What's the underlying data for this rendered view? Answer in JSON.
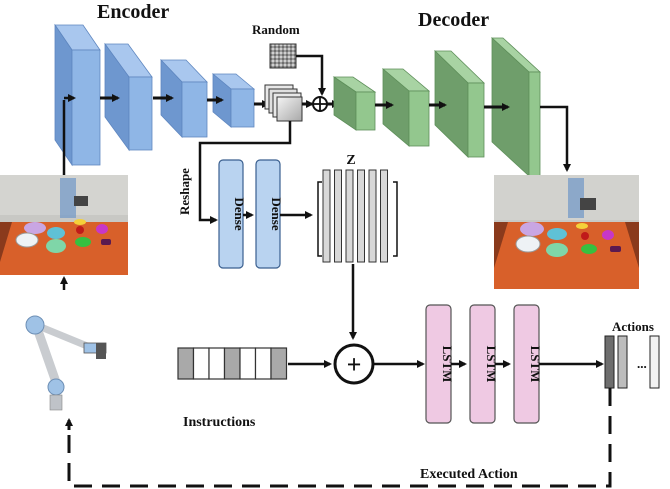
{
  "diagram": {
    "encoder": {
      "title": "Encoder",
      "layers": 4,
      "color": "#7fa9dd"
    },
    "decoder": {
      "title": "Decoder",
      "layers": 4,
      "color": "#82b37f"
    },
    "random_label": "Random",
    "reshape_label": "Reshape",
    "dense_layers": [
      {
        "label": "Dense"
      },
      {
        "label": "Dense"
      }
    ],
    "latent_label": "Z",
    "latent_bars": 6,
    "instructions_label": "Instructions",
    "instruction_cells": [
      "gray",
      "white",
      "white",
      "gray",
      "white",
      "white",
      "gray"
    ],
    "concat_symbol": "+",
    "lstm_layers": [
      {
        "label": "LSTM"
      },
      {
        "label": "LSTM"
      },
      {
        "label": "LSTM"
      }
    ],
    "actions_label": "Actions",
    "actions_ellipsis": "...",
    "executed_action_label": "Executed Action",
    "colors": {
      "encoder_front": "#8fb6e6",
      "encoder_side": "#6e97cf",
      "decoder_front": "#93c78e",
      "decoder_side": "#6f9e6b",
      "dense_fill": "#b9d3f0",
      "lstm_fill": "#efc9e3",
      "latent_fill": "#d8d8d8",
      "table_orange": "#d8602a"
    }
  }
}
